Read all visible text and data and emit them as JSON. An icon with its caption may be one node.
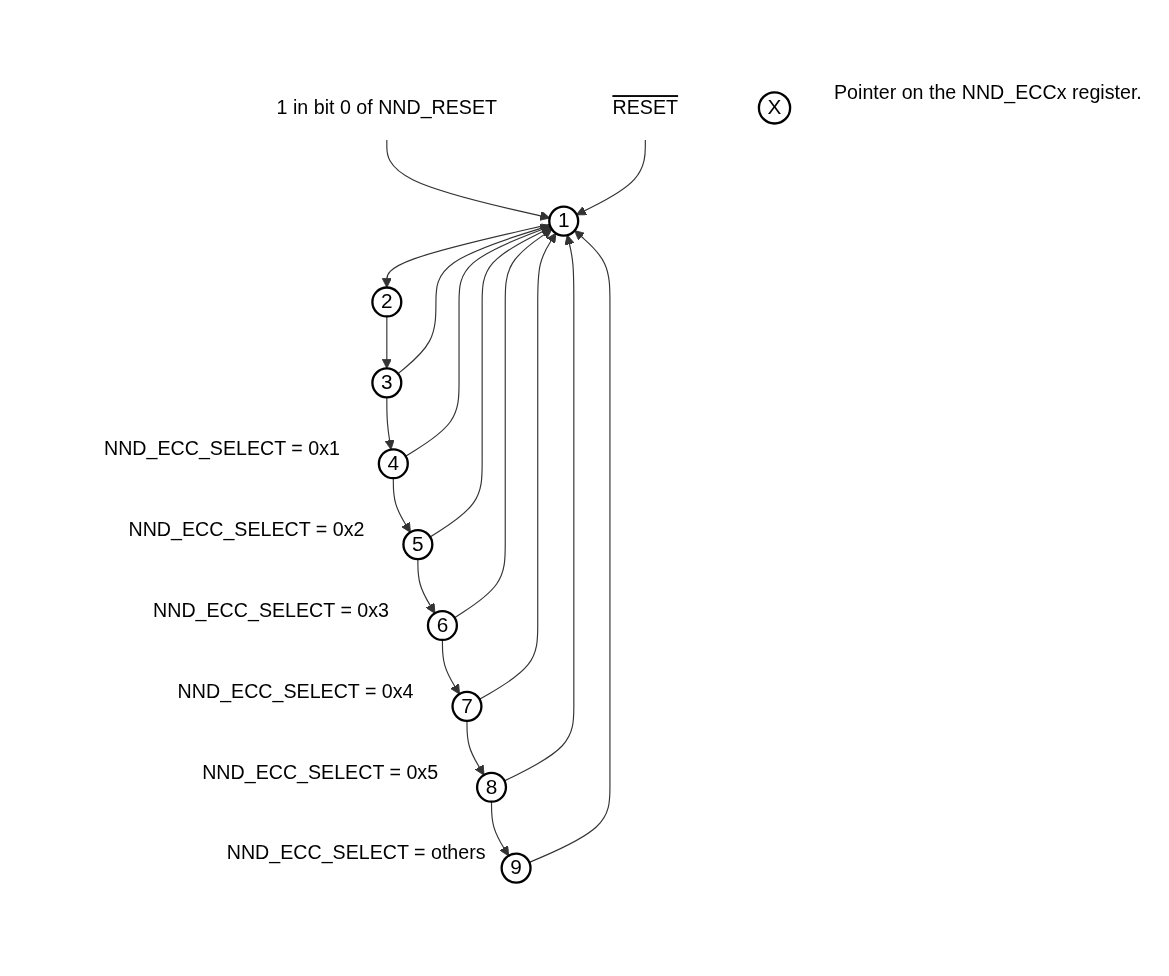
{
  "diagram": {
    "nodes": [
      {
        "text": [
          "1 in bit 0 of NND_RESET"
        ]
      },
      {
        "text": [
          "RESET"
        ]
      },
      {
        "text": [
          "1"
        ]
      },
      {
        "text": [
          "2"
        ]
      },
      {
        "text": [
          "3"
        ]
      },
      {
        "text": [
          "4"
        ],
        "beside": [
          "NND_ECC_SELECT = 0x1"
        ]
      },
      {
        "text": [
          "5"
        ],
        "beside": [
          "NND_ECC_SELECT = 0x2"
        ]
      },
      {
        "text": [
          "6"
        ],
        "beside": [
          "NND_ECC_SELECT = 0x3"
        ]
      },
      {
        "text": [
          "7"
        ],
        "beside": [
          "NND_ECC_SELECT = 0x4"
        ]
      },
      {
        "text": [
          "8"
        ],
        "beside": [
          "NND_ECC_SELECT = 0x5"
        ]
      },
      {
        "text": [
          "9"
        ],
        "beside": [
          "NND_ECC_SELECT = others"
        ]
      },
      {
        "text": [
          "X"
        ],
        "beside": [
          "Pointer on the NND_ECCx register."
        ]
      }
    ],
    "edges": [
      {
        "from": 0,
        "to": 2,
        "arrow": "to"
      },
      {
        "from": 1,
        "to": 2,
        "arrow": "to"
      },
      {
        "from": 2,
        "to": 3,
        "arrow": "to"
      },
      {
        "from": 3,
        "to": 4,
        "arrow": "to"
      },
      {
        "from": 4,
        "to": 2,
        "arrow": "to"
      },
      {
        "from": 4,
        "to": 5,
        "arrow": "to"
      },
      {
        "from": 5,
        "to": 2,
        "arrow": "to"
      },
      {
        "from": 5,
        "to": 6,
        "arrow": "to"
      },
      {
        "from": 6,
        "to": 2,
        "arrow": "to"
      },
      {
        "from": 6,
        "to": 7,
        "arrow": "to"
      },
      {
        "from": 7,
        "to": 2,
        "arrow": "to"
      },
      {
        "from": 7,
        "to": 8,
        "arrow": "to"
      },
      {
        "from": 8,
        "to": 2,
        "arrow": "to"
      },
      {
        "from": 8,
        "to": 9,
        "arrow": "to"
      },
      {
        "from": 9,
        "to": 2,
        "arrow": "to"
      },
      {
        "from": 9,
        "to": 10,
        "arrow": "to"
      },
      {
        "from": 10,
        "to": 2,
        "arrow": "to"
      }
    ]
  }
}
